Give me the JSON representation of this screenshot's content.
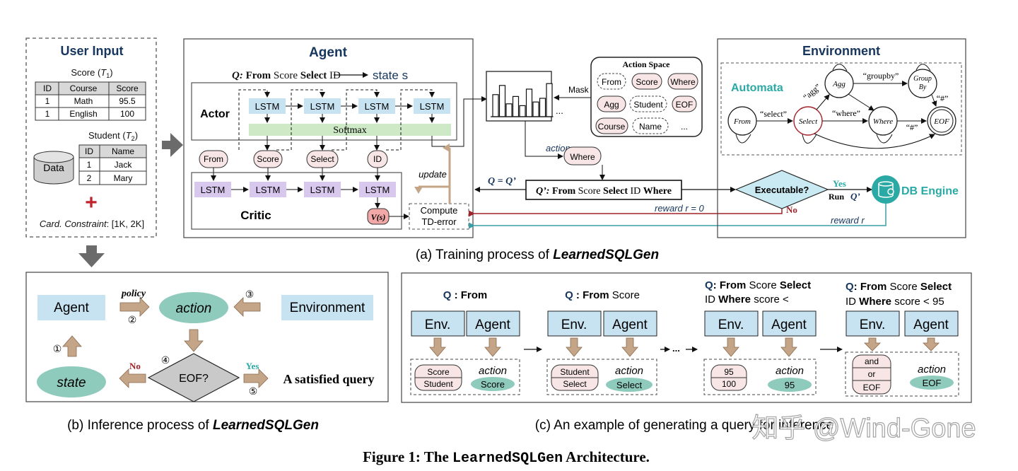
{
  "user_input": {
    "title": "User Input",
    "score_title": "Score (",
    "score_sym": "T",
    "score_sub": "1",
    "score_close": ")",
    "score_headers": [
      "ID",
      "Course",
      "Score"
    ],
    "score_rows": [
      [
        "1",
        "Math",
        "95.5"
      ],
      [
        "1",
        "English",
        "100"
      ]
    ],
    "student_title": "Student (",
    "student_sym": "T",
    "student_sub": "2",
    "student_close": ")",
    "student_headers": [
      "ID",
      "Name"
    ],
    "student_rows": [
      [
        "1",
        "Jack"
      ],
      [
        "2",
        "Mary"
      ]
    ],
    "data_label": "Data",
    "plus": "+",
    "constraint_label": "Card. Constraint",
    "constraint_value": ": [1K, 2K]"
  },
  "agent": {
    "title": "Agent",
    "q_label": "Q:",
    "q_from": "From",
    "q_score": "Score",
    "q_select": "Select",
    "q_id": "ID",
    "state": "state s",
    "actor": "Actor",
    "critic": "Critic",
    "lstm": "LSTM",
    "softmax": "Softmax",
    "tokens": [
      "From",
      "Score",
      "Select",
      "ID"
    ],
    "value": "V(s)",
    "td_line1": "Compute",
    "td_line2": "TD-error",
    "update": "update"
  },
  "middle": {
    "mask": "Mask",
    "action": "action",
    "where_node": "Where",
    "q_eq": "Q = Q’",
    "qprime_label": "Q’:",
    "qprime_from": "From",
    "qprime_score": "Score",
    "qprime_select": "Select",
    "qprime_id": "ID",
    "qprime_where": "Where",
    "reward0": "reward r = 0",
    "reward": "reward r",
    "executable": "Executable?",
    "yes": "Yes",
    "no": "No",
    "run": "Run",
    "run_q": "Q’",
    "ellipsis": "...",
    "histogram_bars": [
      0.6,
      0.85,
      0.35,
      0.55,
      0.3,
      0.75,
      0.4,
      0.5,
      0.9
    ]
  },
  "action_space": {
    "title": "Action Space",
    "items": [
      "From",
      "Score",
      "Where",
      "Agg",
      "Student",
      "EOF",
      "Course",
      "Name",
      "..."
    ]
  },
  "environment": {
    "title": "Environment",
    "automata": "Automata",
    "states": [
      "From",
      "Select",
      "Agg",
      "Group",
      "By",
      "Where",
      "EOF"
    ],
    "edges": [
      "“select”",
      "“agg”",
      "“groupby”",
      "“where”",
      "“#”",
      "“#”"
    ],
    "db_engine": "DB Engine"
  },
  "caption_a": {
    "prefix": "(a) Training process of",
    "name": "LearnedSQLGen"
  },
  "inference": {
    "agent": "Agent",
    "policy": "policy",
    "action": "action",
    "environment": "Environment",
    "state": "state",
    "eof": "EOF?",
    "no": "No",
    "yes": "Yes",
    "satisfied": "A satisfied query",
    "step_numbers": [
      "①",
      "②",
      "③",
      "④",
      "⑤"
    ]
  },
  "caption_b": {
    "prefix": "(b) Inference process of",
    "name": "LearnedSQLGen"
  },
  "example": {
    "q_label": "Q",
    "colon": ":",
    "from_kw": "From",
    "select_kw": "Select",
    "where_kw": "Where",
    "score": "Score",
    "id_text": "ID",
    "lower_score": "score",
    "lt": "<",
    "lt95": "< 95",
    "env": "Env.",
    "agent": "Agent",
    "action": "action",
    "arrow_dots": "...",
    "step1_options": [
      "Score",
      "Student"
    ],
    "step1_action": "Score",
    "step2_options": [
      "Student",
      "Select"
    ],
    "step2_action": "Select",
    "step3_options": [
      "95",
      "100"
    ],
    "step3_action": "95",
    "step4_options": [
      "and",
      "or",
      "EOF"
    ],
    "step4_action": "EOF"
  },
  "caption_c": "(c) An example of generating a query for inference",
  "watermark": "知乎 @Wind-Gone",
  "figure_caption": {
    "prefix": "Figure 1: The ",
    "name": "LearnedSQLGen",
    "suffix": " Architecture."
  },
  "colors": {
    "lstm_blue": "#c7e3f2",
    "lstm_purple": "#d9c8ee",
    "softmax_green": "#cde9c6",
    "teal": "#8fcbbd",
    "title_navy": "#17365d",
    "automata_teal": "#2aa9a5",
    "reward_red": "#a3232a",
    "reward_teal": "#3a9ea6",
    "arrow_tan": "#c4a587",
    "gray_arrow": "#666666"
  }
}
